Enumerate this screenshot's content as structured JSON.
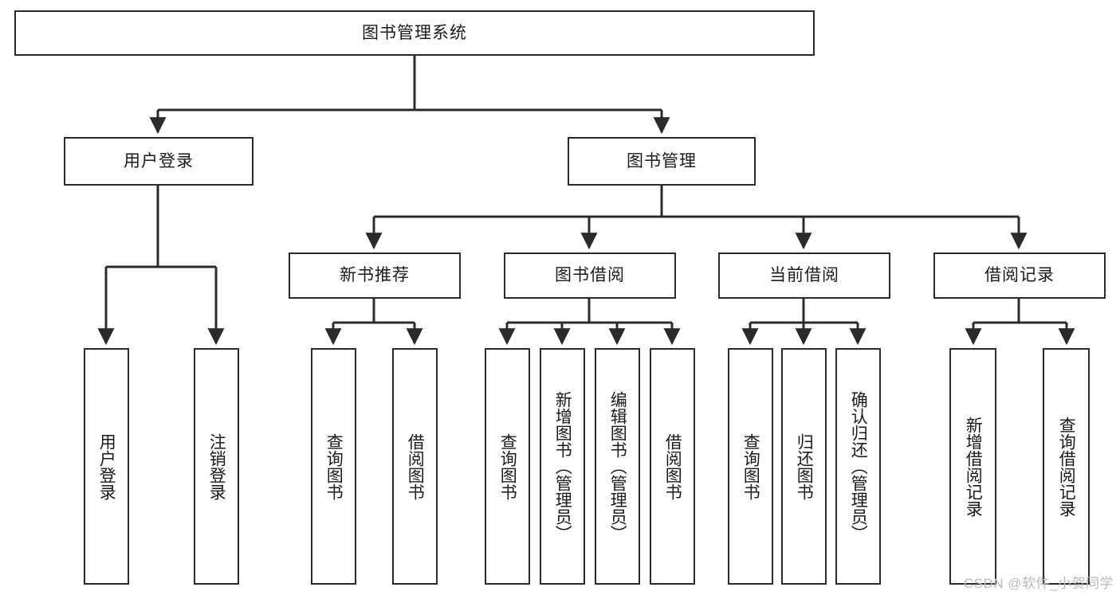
{
  "diagram": {
    "type": "tree-hierarchy",
    "title": "图书管理系统",
    "watermark": "CSDN @软件_小贺同学",
    "colors": {
      "box_border": "#2b2b2b",
      "box_fill": "#ffffff",
      "connector": "#2b2b2b",
      "text": "#1a1a1a",
      "watermark": "#b9b9b9",
      "background": "#ffffff"
    },
    "levels": {
      "root": {
        "label": "图书管理系统"
      },
      "level2": [
        {
          "label": "用户登录"
        },
        {
          "label": "图书管理"
        }
      ],
      "level3": [
        {
          "label": "新书推荐"
        },
        {
          "label": "图书借阅"
        },
        {
          "label": "当前借阅"
        },
        {
          "label": "借阅记录"
        }
      ],
      "leaves": {
        "user_login": [
          {
            "label": "用户登录"
          },
          {
            "label": "注销登录"
          }
        ],
        "new_book_recommend": [
          {
            "label": "查询图书"
          },
          {
            "label": "借阅图书"
          }
        ],
        "book_borrow": [
          {
            "label": "查询图书"
          },
          {
            "label": "新增图书（管理员）"
          },
          {
            "label": "编辑图书（管理员）"
          },
          {
            "label": "借阅图书"
          }
        ],
        "current_borrow": [
          {
            "label": "查询图书"
          },
          {
            "label": "归还图书"
          },
          {
            "label": "确认归还（管理员）"
          }
        ],
        "borrow_record": [
          {
            "label": "新增借阅记录"
          },
          {
            "label": "查询借阅记录"
          }
        ]
      }
    }
  }
}
